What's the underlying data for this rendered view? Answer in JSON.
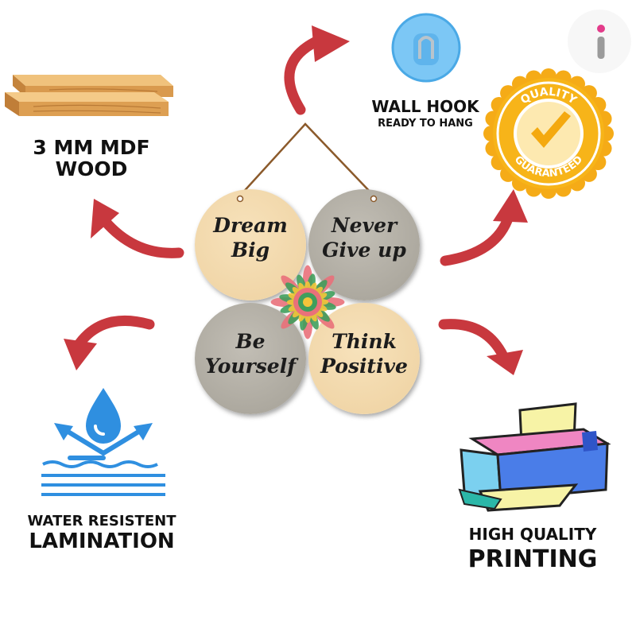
{
  "features": {
    "mdf": {
      "line1": "3 MM MDF",
      "line2": "WOOD"
    },
    "hook": {
      "line1": "WALL HOOK",
      "line2": "READY TO HANG"
    },
    "quality_badge": {
      "top": "QUALITY",
      "bottom": "GUARANTEED"
    },
    "lamination": {
      "line1": "WATER RESISTENT",
      "line2": "LAMINATION"
    },
    "printing": {
      "line1": "HIGH QUALITY",
      "line2": "PRINTING"
    }
  },
  "circles": [
    {
      "line1": "Dream",
      "line2": "Big"
    },
    {
      "line1": "Never",
      "line2": "Give up"
    },
    {
      "line1": "Be",
      "line2": "Yourself"
    },
    {
      "line1": "Think",
      "line2": "Positive"
    }
  ],
  "colors": {
    "arrow": "#c8383e",
    "beige": "#f3d8aa",
    "grey": "#a9a59c",
    "blue": "#2f8fe0",
    "gold": "#f7b419"
  }
}
